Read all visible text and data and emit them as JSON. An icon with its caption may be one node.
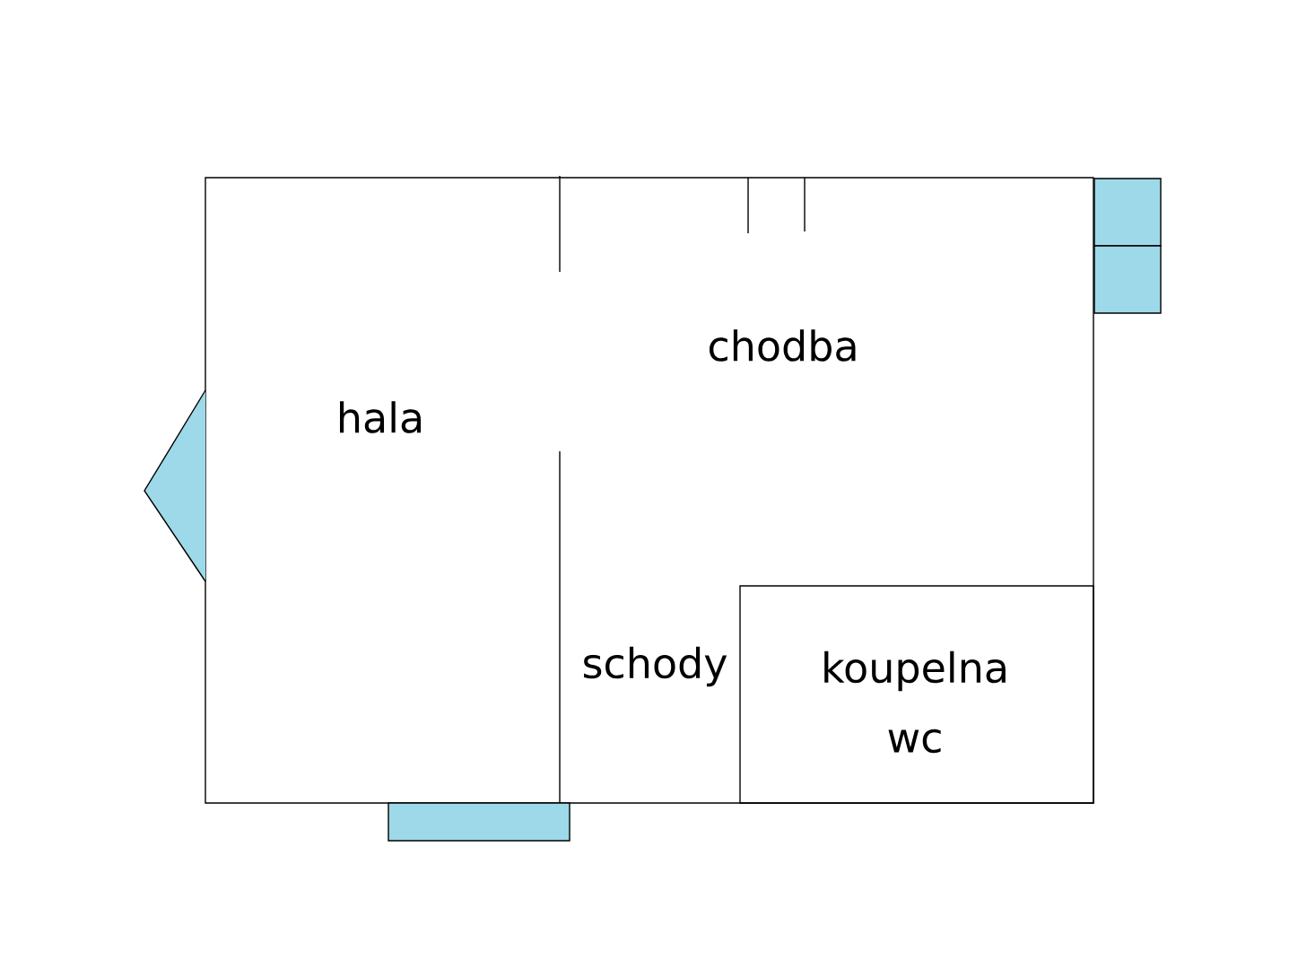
{
  "diagram": {
    "nodes": [
      {
        "text": [
          "koupelna",
          "wc"
        ]
      }
    ],
    "labels": [
      "chodba",
      "hala",
      "schody"
    ]
  }
}
